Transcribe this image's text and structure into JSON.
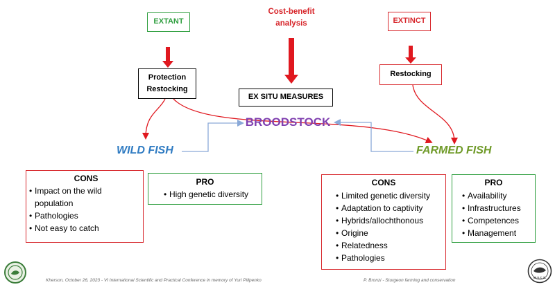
{
  "top": {
    "extant": "EXTANT",
    "cost_benefit_line1": "Cost-benefit",
    "cost_benefit_line2": "analysis",
    "extinct": "EXTINCT"
  },
  "middle": {
    "protection_line1": "Protection",
    "protection_line2": "Restocking",
    "ex_situ": "EX SITU MEASURES",
    "restocking": "Restocking",
    "broodstock": "BROODSTOCK",
    "wild_fish": "WILD FISH",
    "farmed_fish": "FARMED FISH"
  },
  "wild": {
    "cons_title": "CONS",
    "cons_items": [
      "Impact on the wild",
      "population",
      "Pathologies",
      "Not easy to catch"
    ],
    "pro_title": "PRO",
    "pro_items": [
      "High genetic diversity"
    ]
  },
  "farmed": {
    "cons_title": "CONS",
    "cons_items": [
      "Limited genetic diversity",
      "Adaptation to captivity",
      "Hybrids/allochthonous",
      "Origine",
      "Relatedness",
      "Pathologies"
    ],
    "pro_title": "PRO",
    "pro_items": [
      "Availability",
      "Infrastructures",
      "Competences",
      "Management"
    ]
  },
  "footer": {
    "left": "Kherson, October 26, 2023 - VI International Scientific and Practical Conference in memory of Yuri Pillpenko",
    "right": "P. Bronzi - Sturgeon farming and conservation",
    "logo_right_text": "W.S.C.S."
  },
  "colors": {
    "green": "#2e9e3e",
    "red": "#d7262b",
    "blue": "#2f7bc2",
    "purple": "#8040b0",
    "olive": "#6f9a28",
    "arrow_red": "#e0181f",
    "arrow_blue": "#8aa9d8"
  }
}
